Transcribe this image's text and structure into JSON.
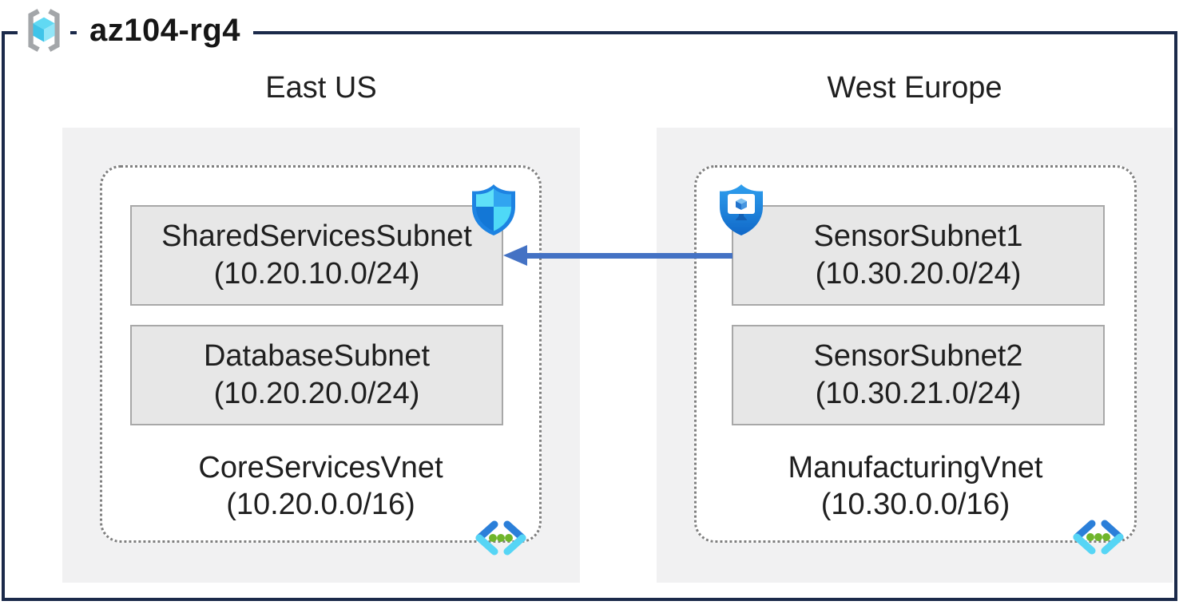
{
  "diagram": {
    "title": "az104-rg4",
    "colors": {
      "frame": "#1b2a4a",
      "region_fill": "#f1f1f2",
      "subnet_fill": "#e7e7e7",
      "subnet_border": "#a8a8a8",
      "vnet_dotted_border": "#7f7f7f",
      "peering_arrow": "#4472c4"
    },
    "icons": {
      "header": "resource-group-icon",
      "shared_services_subnet": "nsg-shield-icon",
      "sensor_subnet1": "bastion-shield-icon",
      "vnet_corner": "virtual-network-icon"
    },
    "regions": [
      {
        "label": "East US",
        "vnet": {
          "name": "CoreServicesVnet",
          "cidr": "(10.20.0.0/16)",
          "subnets": [
            {
              "name": "SharedServicesSubnet",
              "cidr": "(10.20.10.0/24)"
            },
            {
              "name": "DatabaseSubnet",
              "cidr": "(10.20.20.0/24)"
            }
          ]
        }
      },
      {
        "label": "West Europe",
        "vnet": {
          "name": "ManufacturingVnet",
          "cidr": "(10.30.0.0/16)",
          "subnets": [
            {
              "name": "SensorSubnet1",
              "cidr": "(10.30.20.0/24)"
            },
            {
              "name": "SensorSubnet2",
              "cidr": "(10.30.21.0/24)"
            }
          ]
        }
      }
    ],
    "connections": [
      {
        "from": "SensorSubnet1",
        "to": "SharedServicesSubnet",
        "direction": "right-to-left"
      }
    ]
  }
}
